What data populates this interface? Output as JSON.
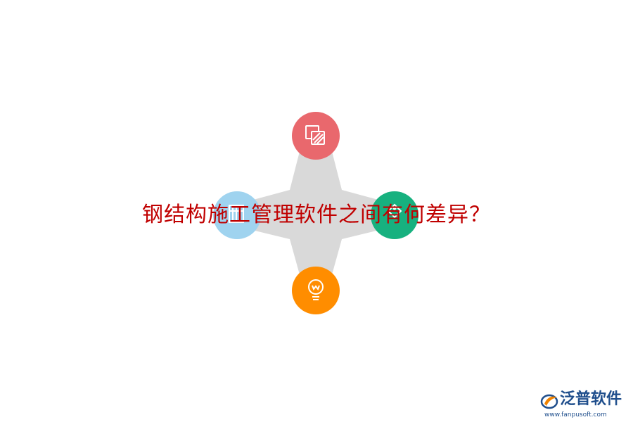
{
  "headline": "钢结构施工管理软件之间有何差异？",
  "logo": {
    "name": "泛普软件",
    "url": "www.fanpusoft.com"
  },
  "nodes": [
    {
      "id": "top",
      "icon": "layers-icon",
      "color": "#e9686d"
    },
    {
      "id": "left",
      "icon": "building-icon",
      "color": "#9fd3ef"
    },
    {
      "id": "right",
      "icon": "tag-icon",
      "color": "#17b17f"
    },
    {
      "id": "bottom",
      "icon": "lightbulb-icon",
      "color": "#ff8d00"
    }
  ],
  "colors": {
    "star": "#d9d9d9",
    "headline": "#c00000",
    "logo": "#1f4e8c"
  }
}
